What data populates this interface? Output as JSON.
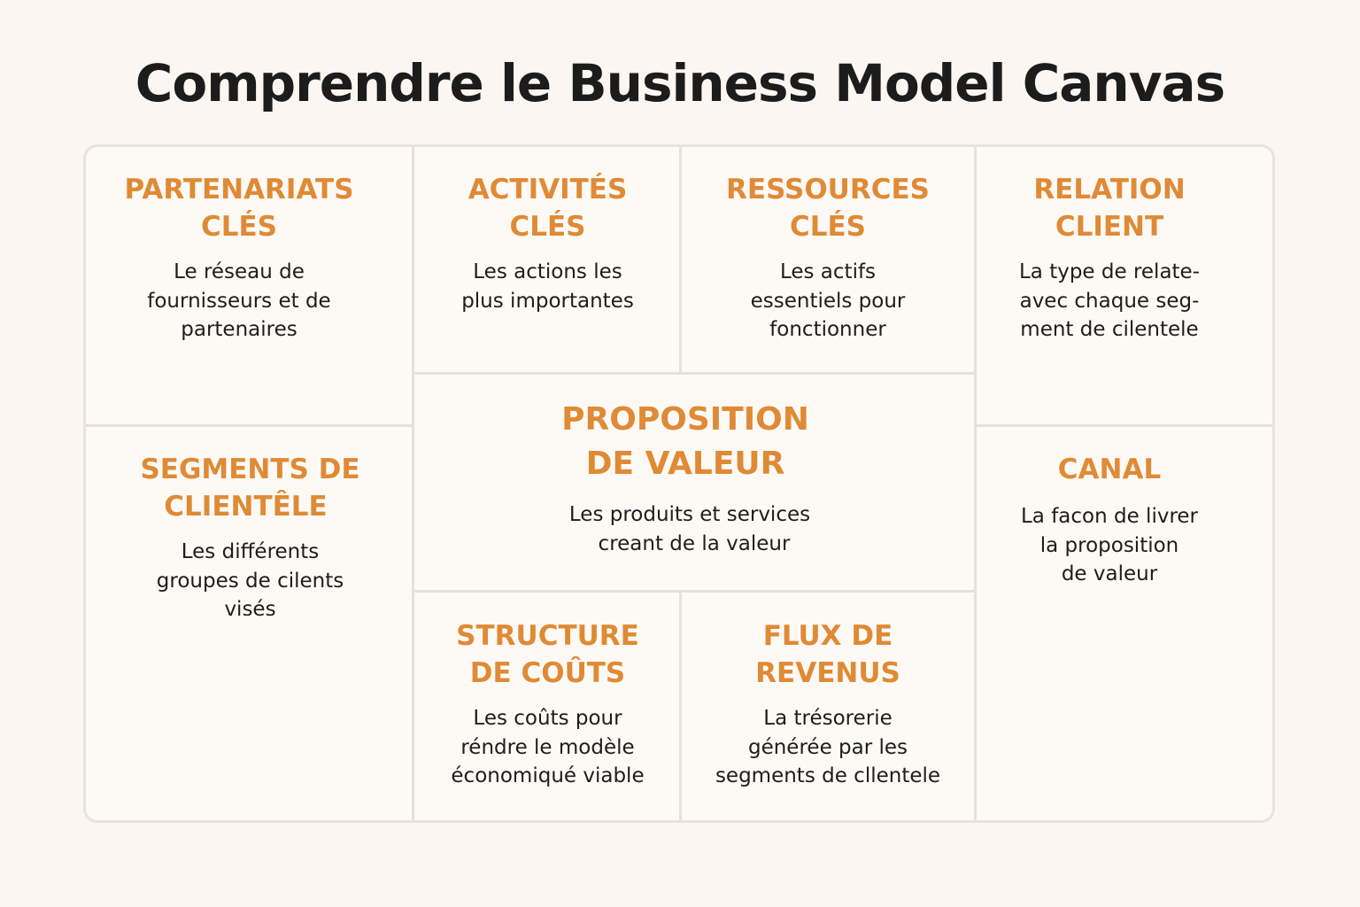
{
  "title": "Comprendre le Business Model Canvas",
  "colors": {
    "background": "#fbf6f1",
    "accent": "#e08a35",
    "text": "#1d1d1d",
    "grid_line": "#e5e0da"
  },
  "blocks": {
    "partenariats": {
      "title_1": "PARTENARIATS",
      "title_2": "CLÉS",
      "desc_1": "Le réseau de",
      "desc_2": "fournisseurs et de",
      "desc_3": "partenaires"
    },
    "activites": {
      "title_1": "ACTIVITÉS",
      "title_2": "CLÉS",
      "desc_1": "Les actions les",
      "desc_2": "plus importantes"
    },
    "ressources": {
      "title_1": "RESSOURCES",
      "title_2": "CLÉS",
      "desc_1": "Les actifs",
      "desc_2": "essentiels pour",
      "desc_3": "fonctionner"
    },
    "relation": {
      "title_1": "RELATION",
      "title_2": "CLIENT",
      "desc_1": "La type de relate-",
      "desc_2": "avec chaque seg-",
      "desc_3": "ment de cilentele"
    },
    "proposition": {
      "title_1": "PROPOSITION",
      "title_2": "DE VALEUR",
      "desc_1": "Les produits et services",
      "desc_2": "creant de la valeur"
    },
    "segments": {
      "title_1": "SEGMENTS DE",
      "title_2": "CLIENTÊLE",
      "desc_1": "Les différents",
      "desc_2": "groupes de cilents",
      "desc_3": "visés"
    },
    "canal": {
      "title_1": "CANAL",
      "desc_1": "La facon de livrer",
      "desc_2": "la proposition",
      "desc_3": "de valeur"
    },
    "couts": {
      "title_1": "STRUCTURE",
      "title_2": "DE COÛTS",
      "desc_1": "Les coûts pour",
      "desc_2": "réndre le modèle",
      "desc_3": "économiqué viable"
    },
    "revenus": {
      "title_1": "FLUX DE",
      "title_2": "REVENUS",
      "desc_1": "La trésorerie",
      "desc_2": "générée par les",
      "desc_3": "segments de cllentele"
    }
  }
}
